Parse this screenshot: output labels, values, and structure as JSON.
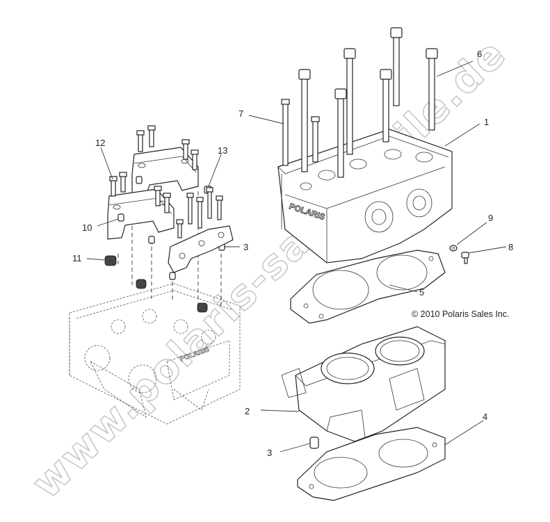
{
  "callouts": {
    "c1": "1",
    "c2": "2",
    "c3a": "3",
    "c3b": "3",
    "c4": "4",
    "c5": "5",
    "c6": "6",
    "c7": "7",
    "c8": "8",
    "c9": "9",
    "c10": "10",
    "c11": "11",
    "c12": "12",
    "c13": "13"
  },
  "copyright": "© 2010 Polaris Sales Inc.",
  "watermark": "www.polaris-sales-teile.de",
  "engine_label": "POLARIS"
}
